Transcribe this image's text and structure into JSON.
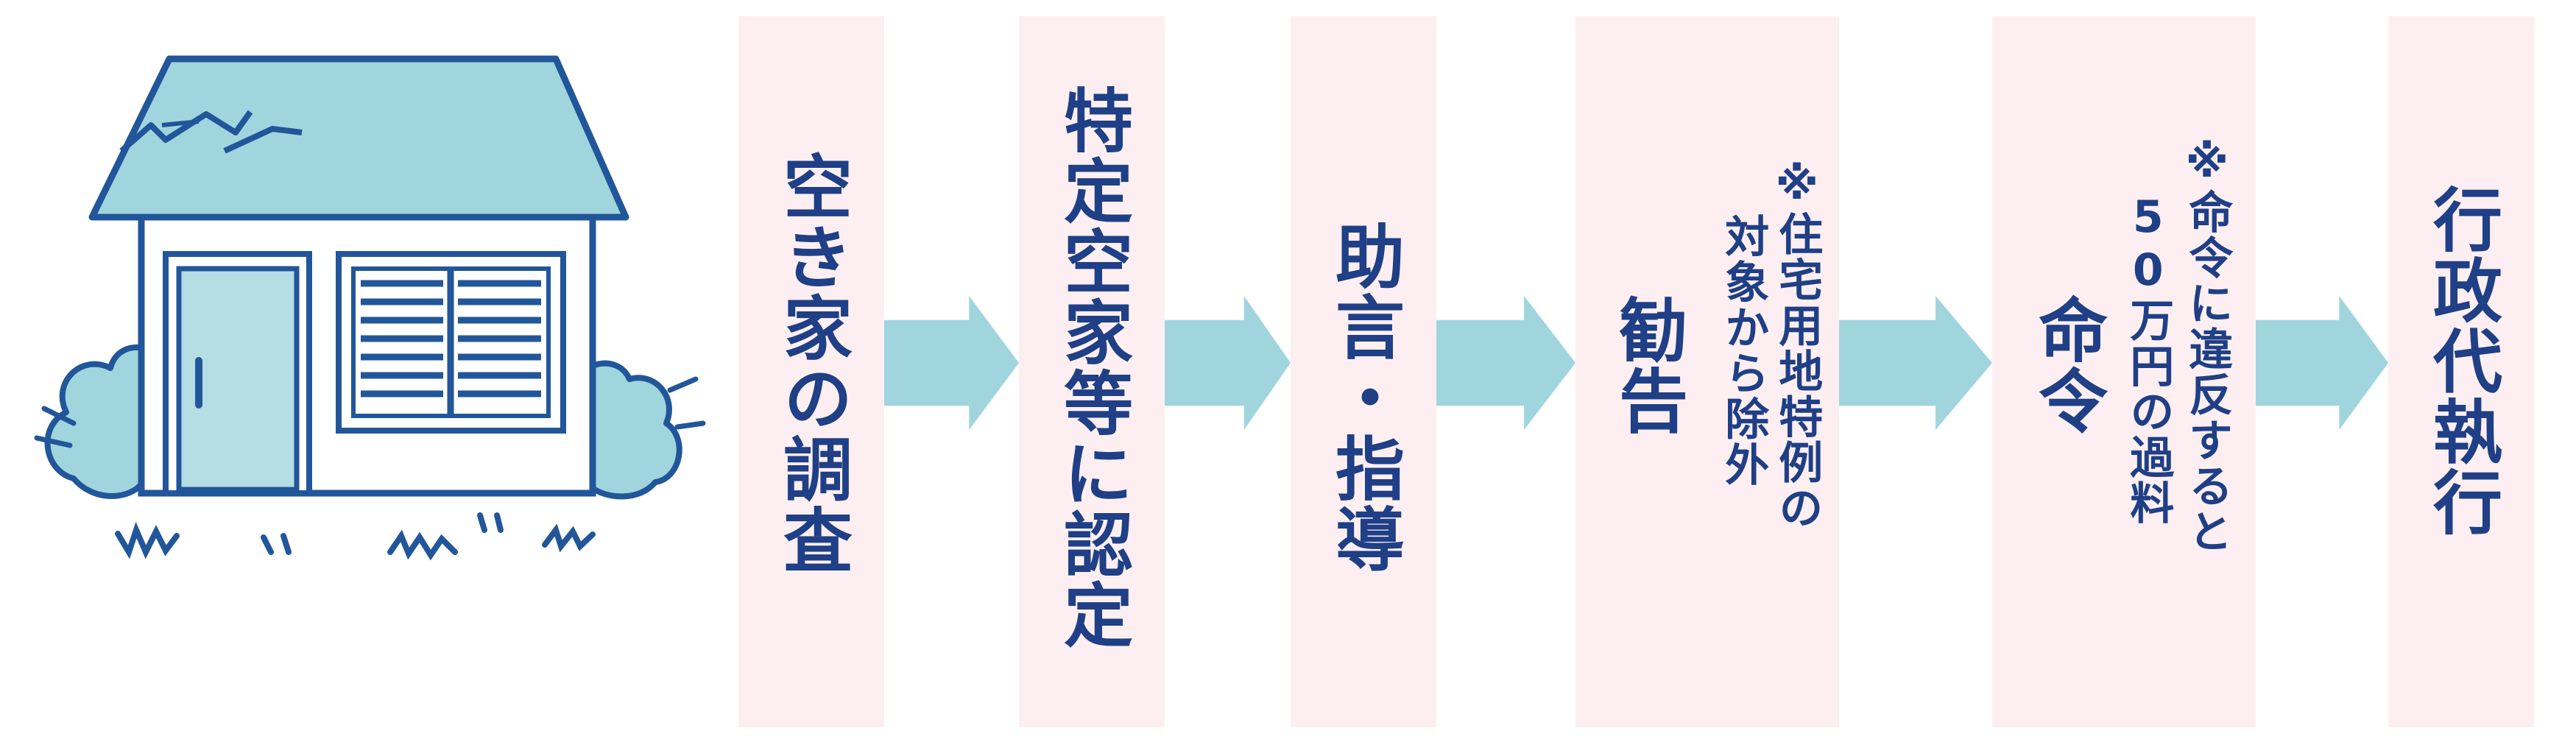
{
  "colors": {
    "box_fill": "#fdeff1",
    "arrow_fill": "#a0d5de",
    "text": "#1f3f86",
    "house_roof": "#a0d5de",
    "house_outline": "#22569a",
    "door_fill": "#b4dde4",
    "bush_fill": "#a0d5de"
  },
  "illustration": {
    "subject": "dilapidated-vacant-house"
  },
  "steps": [
    {
      "label": "空き家の調査"
    },
    {
      "label": "特定空家等に認定"
    },
    {
      "label": "助言・指導"
    },
    {
      "label": "勧告",
      "note_lines": [
        "※住宅用地特例の",
        "対象から除外"
      ]
    },
    {
      "label": "命令",
      "note_lines": [
        "※命令に違反すると",
        "50万円の過料"
      ]
    },
    {
      "label": "行政代執行"
    }
  ]
}
